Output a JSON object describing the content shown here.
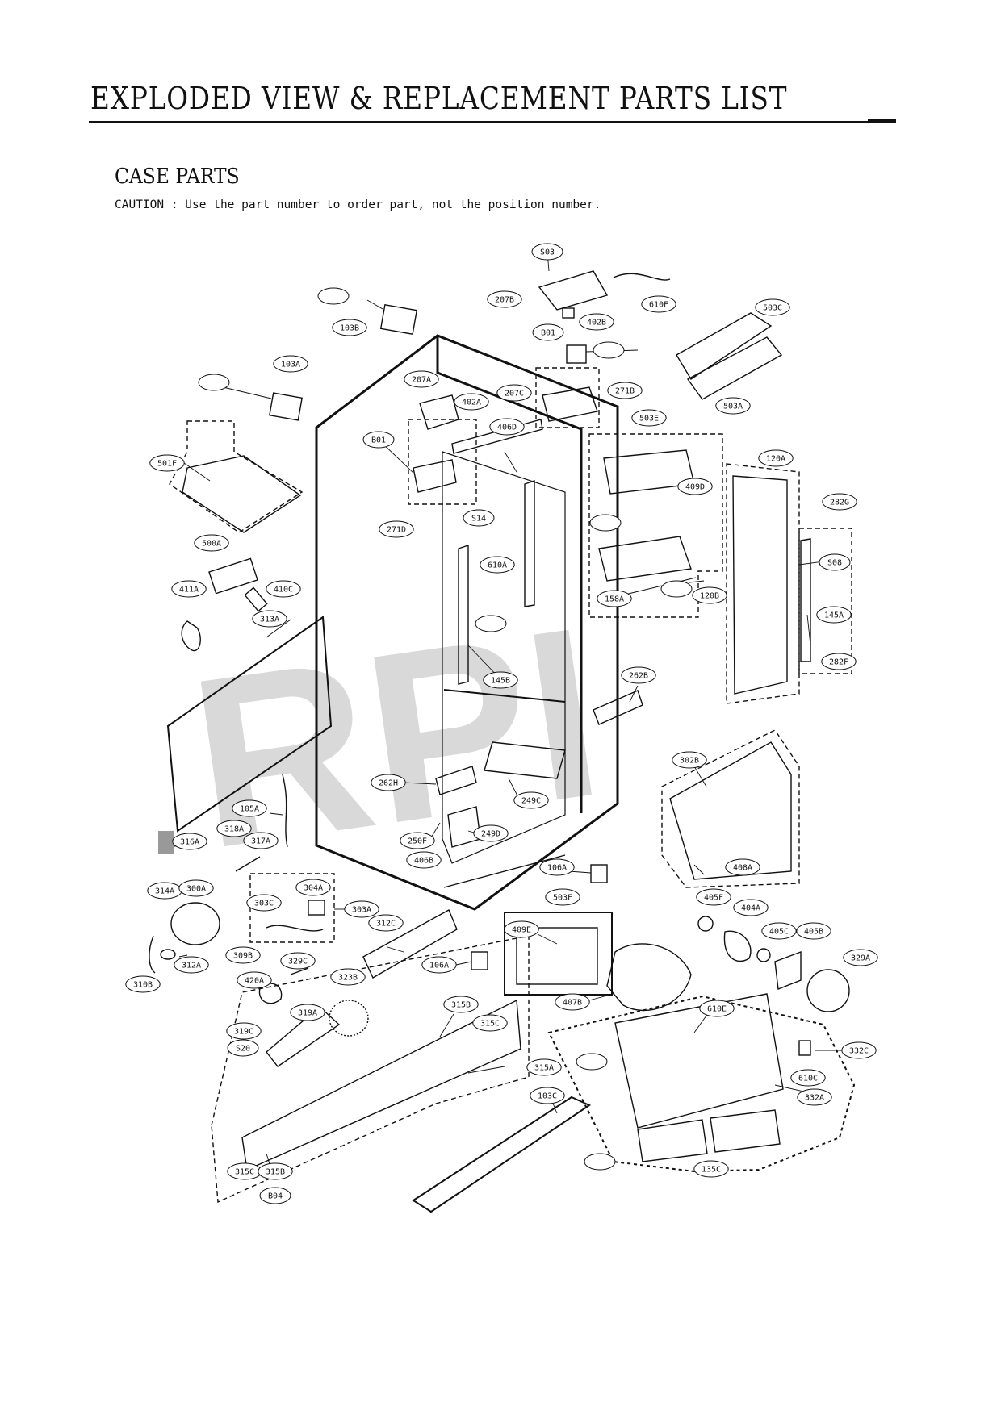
{
  "header": {
    "title": "EXPLODED VIEW & REPLACEMENT PARTS LIST",
    "section": "CASE PARTS",
    "caution": "CAUTION : Use the part number to order part, not the position number."
  },
  "watermark": "RPI",
  "colors": {
    "ink": "#111111",
    "watermark": "#d9d9d9",
    "marker": "#999999"
  },
  "callouts": [
    {
      "id": "c503",
      "text": "S03"
    },
    {
      "id": "c207B",
      "text": "207B"
    },
    {
      "id": "c402B",
      "text": "402B"
    },
    {
      "id": "c610F",
      "text": "610F"
    },
    {
      "id": "c503C",
      "text": "503C"
    },
    {
      "id": "c103B",
      "text": "103B"
    },
    {
      "id": "cB01a",
      "text": "B01"
    },
    {
      "id": "c503A",
      "text": "503A"
    },
    {
      "id": "c103A",
      "text": "103A"
    },
    {
      "id": "c207A",
      "text": "207A"
    },
    {
      "id": "c402A",
      "text": "402A"
    },
    {
      "id": "c207C",
      "text": "207C"
    },
    {
      "id": "c271B",
      "text": "271B"
    },
    {
      "id": "c406D",
      "text": "406D"
    },
    {
      "id": "cB01b",
      "text": "B01"
    },
    {
      "id": "c503E",
      "text": "503E"
    },
    {
      "id": "c501F",
      "text": "501F"
    },
    {
      "id": "c409D",
      "text": "409D"
    },
    {
      "id": "c120A",
      "text": "120A"
    },
    {
      "id": "c282G",
      "text": "282G"
    },
    {
      "id": "c271D",
      "text": "271D"
    },
    {
      "id": "cS14",
      "text": "S14"
    },
    {
      "id": "c500A",
      "text": "500A"
    },
    {
      "id": "c610A",
      "text": "610A"
    },
    {
      "id": "cS08",
      "text": "S08"
    },
    {
      "id": "c411A",
      "text": "411A"
    },
    {
      "id": "c410C",
      "text": "410C"
    },
    {
      "id": "c158A",
      "text": "158A"
    },
    {
      "id": "c120B",
      "text": "120B"
    },
    {
      "id": "c145A",
      "text": "145A"
    },
    {
      "id": "c313A",
      "text": "313A"
    },
    {
      "id": "c282F",
      "text": "282F"
    },
    {
      "id": "c145B",
      "text": "145B"
    },
    {
      "id": "c262B",
      "text": "262B"
    },
    {
      "id": "c302B",
      "text": "302B"
    },
    {
      "id": "c262H",
      "text": "262H"
    },
    {
      "id": "c249C",
      "text": "249C"
    },
    {
      "id": "c105A",
      "text": "105A"
    },
    {
      "id": "c318A",
      "text": "318A"
    },
    {
      "id": "c317A",
      "text": "317A"
    },
    {
      "id": "c316A",
      "text": "316A"
    },
    {
      "id": "c250F",
      "text": "250F"
    },
    {
      "id": "c249D",
      "text": "249D"
    },
    {
      "id": "c406B",
      "text": "406B"
    },
    {
      "id": "c106Aa",
      "text": "106A"
    },
    {
      "id": "c408A",
      "text": "408A"
    },
    {
      "id": "c314A",
      "text": "314A"
    },
    {
      "id": "c300A",
      "text": "300A"
    },
    {
      "id": "c304A",
      "text": "304A"
    },
    {
      "id": "c503F",
      "text": "503F"
    },
    {
      "id": "c405F",
      "text": "405F"
    },
    {
      "id": "c303C",
      "text": "303C"
    },
    {
      "id": "c303A",
      "text": "303A"
    },
    {
      "id": "c404A",
      "text": "404A"
    },
    {
      "id": "c312C",
      "text": "312C"
    },
    {
      "id": "c409E",
      "text": "409E"
    },
    {
      "id": "c405C",
      "text": "405C"
    },
    {
      "id": "c405B",
      "text": "405B"
    },
    {
      "id": "c312A",
      "text": "312A"
    },
    {
      "id": "c309B",
      "text": "309B"
    },
    {
      "id": "c329C",
      "text": "329C"
    },
    {
      "id": "c106Ab",
      "text": "106A"
    },
    {
      "id": "c329A",
      "text": "329A"
    },
    {
      "id": "c310B",
      "text": "310B"
    },
    {
      "id": "c420A",
      "text": "420A"
    },
    {
      "id": "c323B",
      "text": "323B"
    },
    {
      "id": "c407B",
      "text": "407B"
    },
    {
      "id": "c319A",
      "text": "319A"
    },
    {
      "id": "c315Ba",
      "text": "315B"
    },
    {
      "id": "c610E",
      "text": "610E"
    },
    {
      "id": "c315Ca",
      "text": "315C"
    },
    {
      "id": "c319C",
      "text": "319C"
    },
    {
      "id": "c332C",
      "text": "332C"
    },
    {
      "id": "cS20",
      "text": "S20"
    },
    {
      "id": "c315A",
      "text": "315A"
    },
    {
      "id": "c610C",
      "text": "610C"
    },
    {
      "id": "c103C",
      "text": "103C"
    },
    {
      "id": "c332A",
      "text": "332A"
    },
    {
      "id": "c315Cb",
      "text": "315C"
    },
    {
      "id": "c315Bb",
      "text": "315B"
    },
    {
      "id": "c135C",
      "text": "135C"
    },
    {
      "id": "cB04",
      "text": "B04"
    }
  ]
}
